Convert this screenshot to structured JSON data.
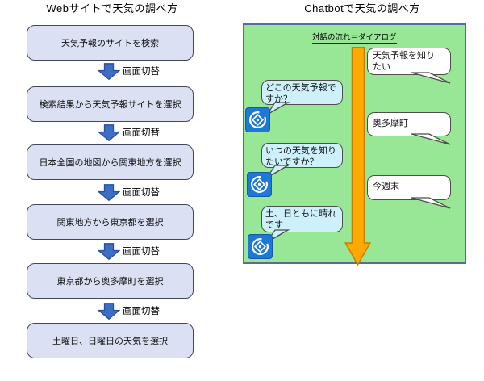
{
  "left": {
    "title": "Webサイトで天気の調べ方",
    "screen_switch_label": "画面切替",
    "steps": [
      "天気予報のサイトを検索",
      "検索結果から天気予報サイトを選択",
      "日本全国の地図から関東地方を選択",
      "関東地方から東京都を選択",
      "東京都から奥多摩町を選択",
      "土曜日、日曜日の天気を選択"
    ]
  },
  "chat": {
    "title": "Chatbotで天気の調べ方",
    "flow_label": "対話の流れ＝ダイアログ",
    "messages": [
      {
        "from": "user",
        "text": "天気予報を知り\nたい"
      },
      {
        "from": "bot",
        "text": "どこの天気予報で\nすか？"
      },
      {
        "from": "user",
        "text": "奥多摩町"
      },
      {
        "from": "bot",
        "text": "いつの天気を知り\nたいですか？"
      },
      {
        "from": "user",
        "text": "今週末"
      },
      {
        "from": "bot",
        "text": "土、日ともに晴れ\nです"
      }
    ]
  },
  "colors": {
    "flow_box_fill": "#dbe1f3",
    "flow_box_border": "#41465a",
    "screen_arrow_fill": "#3d6dc5",
    "screen_arrow_border": "#28509e",
    "panel_fill": "#97e797",
    "panel_border": "#5a6b96",
    "dialog_arrow_fill": "#ffa800",
    "dialog_arrow_border": "#c08000",
    "user_bubble_fill": "#ffffff",
    "bot_bubble_fill": "#cdf0fb",
    "bubble_border": "#4d4d4d",
    "bot_icon_fill": "#1d78d8"
  }
}
